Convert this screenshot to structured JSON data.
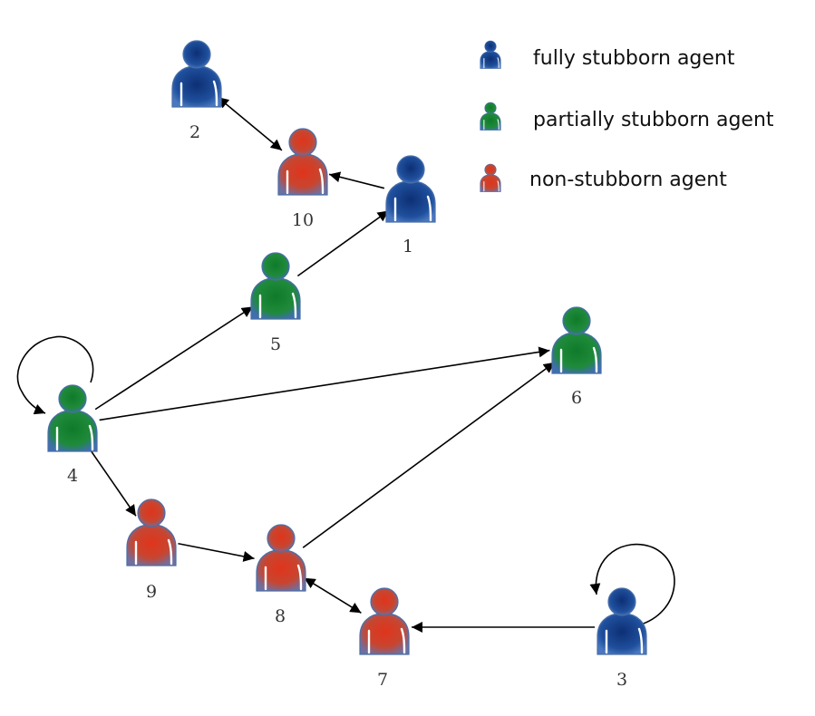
{
  "colors": {
    "fully": "#1f4f9c",
    "partially": "#1e8a3a",
    "non": "#d2402a",
    "outline": "#4a6fa8"
  },
  "legend": [
    {
      "type": "fully",
      "label": "fully stubborn agent"
    },
    {
      "type": "partially",
      "label": "partially stubborn agent"
    },
    {
      "type": "non",
      "label": "non-stubborn agent"
    }
  ],
  "nodes": [
    {
      "id": "1",
      "label": "1",
      "type": "fully"
    },
    {
      "id": "2",
      "label": "2",
      "type": "fully"
    },
    {
      "id": "3",
      "label": "3",
      "type": "fully"
    },
    {
      "id": "4",
      "label": "4",
      "type": "partially"
    },
    {
      "id": "5",
      "label": "5",
      "type": "partially"
    },
    {
      "id": "6",
      "label": "6",
      "type": "partially"
    },
    {
      "id": "7",
      "label": "7",
      "type": "non"
    },
    {
      "id": "8",
      "label": "8",
      "type": "non"
    },
    {
      "id": "9",
      "label": "9",
      "type": "non"
    },
    {
      "id": "10",
      "label": "10",
      "type": "non"
    }
  ],
  "edges": [
    {
      "from": "2",
      "to": "10",
      "bidirectional": true
    },
    {
      "from": "1",
      "to": "10",
      "bidirectional": false
    },
    {
      "from": "5",
      "to": "1",
      "bidirectional": false
    },
    {
      "from": "4",
      "to": "5",
      "bidirectional": false
    },
    {
      "from": "4",
      "to": "6",
      "bidirectional": false
    },
    {
      "from": "4",
      "to": "9",
      "bidirectional": false
    },
    {
      "from": "4",
      "to": "4",
      "bidirectional": false
    },
    {
      "from": "9",
      "to": "8",
      "bidirectional": false
    },
    {
      "from": "8",
      "to": "6",
      "bidirectional": false
    },
    {
      "from": "8",
      "to": "7",
      "bidirectional": true
    },
    {
      "from": "3",
      "to": "7",
      "bidirectional": false
    },
    {
      "from": "3",
      "to": "3",
      "bidirectional": false
    }
  ]
}
